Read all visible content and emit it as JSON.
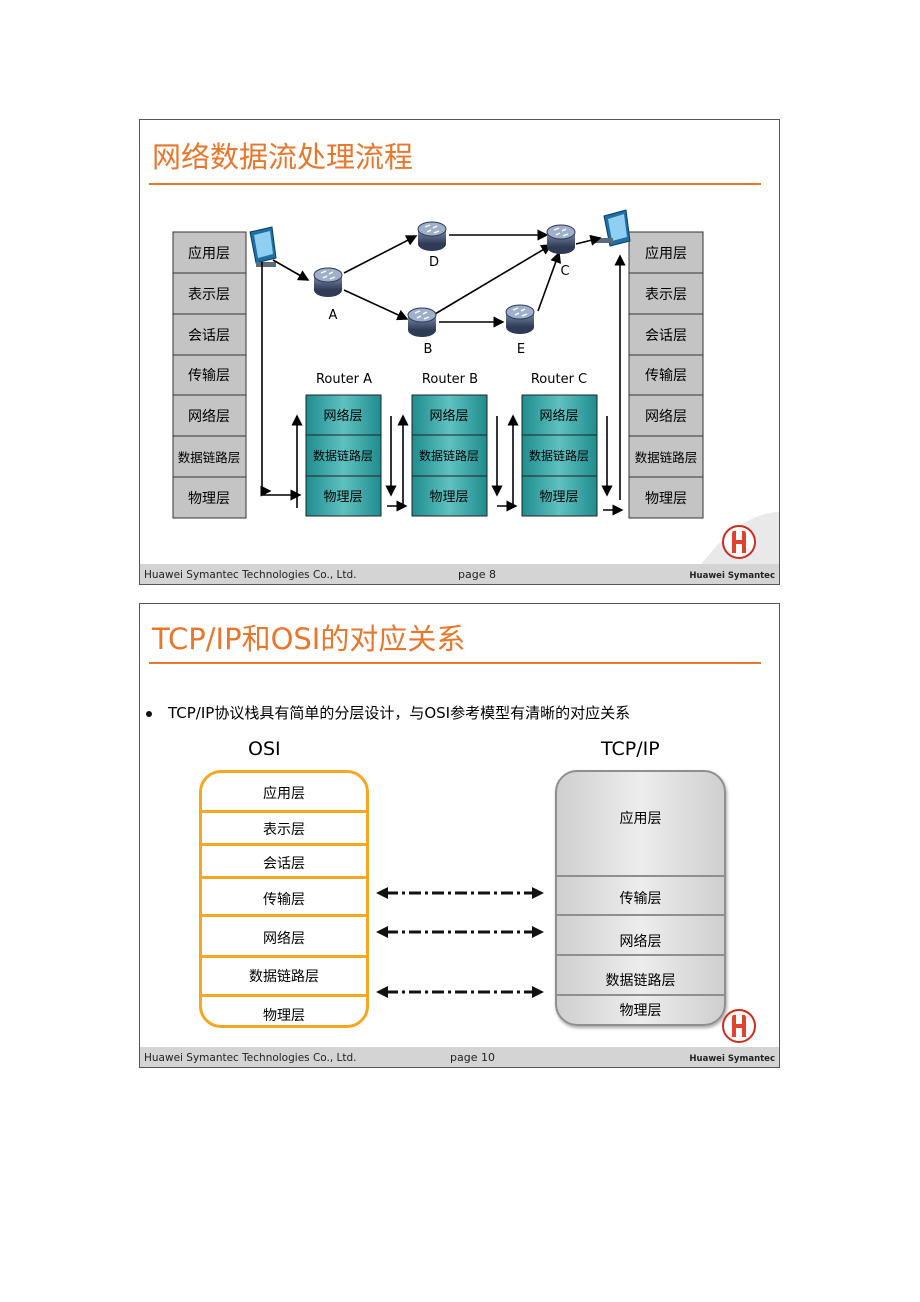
{
  "slide1": {
    "title": "网络数据流处理流程",
    "left_stack": [
      "应用层",
      "表示层",
      "会话层",
      "传输层",
      "网络层",
      "数据链路层",
      "物理层"
    ],
    "right_stack": [
      "应用层",
      "表示层",
      "会话层",
      "传输层",
      "网络层",
      "数据链路层",
      "物理层"
    ],
    "nodes": {
      "a": "A",
      "b": "B",
      "c": "C",
      "d": "D",
      "e": "E"
    },
    "routers": [
      {
        "label": "Router A",
        "layers": [
          "网络层",
          "数据链路层",
          "物理层"
        ]
      },
      {
        "label": "Router B",
        "layers": [
          "网络层",
          "数据链路层",
          "物理层"
        ]
      },
      {
        "label": "Router C",
        "layers": [
          "网络层",
          "数据链路层",
          "物理层"
        ]
      }
    ],
    "footer": {
      "company": "Huawei Symantec Technologies Co., Ltd.",
      "page": "page 8",
      "brand": "Huawei Symantec"
    },
    "colors": {
      "accent": "#e8762b",
      "layer_gray": "#c4c4c4",
      "router_teal": "#2f9a9c"
    }
  },
  "slide2": {
    "title": "TCP/IP和OSI的对应关系",
    "bullet": "TCP/IP协议栈具有简单的分层设计，与OSI参考模型有清晰的对应关系",
    "osi_heading": "OSI",
    "tcpip_heading": "TCP/IP",
    "osi_layers": [
      "应用层",
      "表示层",
      "会话层",
      "传输层",
      "网络层",
      "数据链路层",
      "物理层"
    ],
    "tcpip_layers": [
      "应用层",
      "传输层",
      "网络层",
      "数据链路层",
      "物理层"
    ],
    "footer": {
      "company": "Huawei Symantec Technologies Co., Ltd.",
      "page": "page 10",
      "brand": "Huawei Symantec"
    },
    "colors": {
      "accent": "#e8762b",
      "osi_border": "#f5a623",
      "tcpip_fill": "#dedede"
    }
  }
}
